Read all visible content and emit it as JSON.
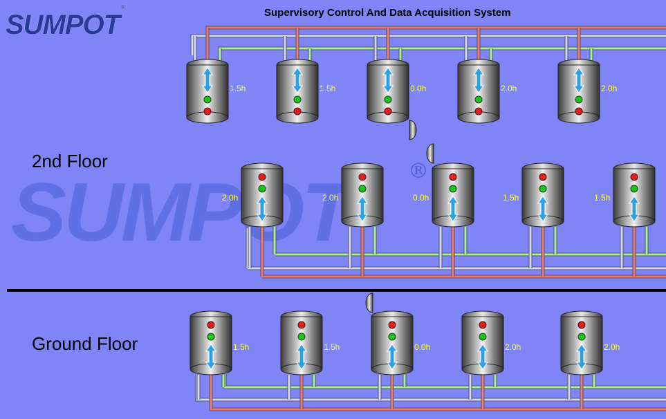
{
  "header": {
    "logo_text": "SUMPOT",
    "logo_reg": "®",
    "title": "Supervisory Control And Data Acquisition System"
  },
  "floors": {
    "second": "2nd  Floor",
    "ground": "Ground Floor"
  },
  "watermark": {
    "text": "SUMPOT",
    "reg": "®"
  },
  "colors": {
    "background": "#7f84f6",
    "pipe_red": "#f07a7a",
    "pipe_blue": "#d0d8ff",
    "pipe_green": "#a8f0a0",
    "label_yellow": "#ffff33",
    "light_red": "#e02020",
    "light_green": "#20c020",
    "arrow": "#30a0e0"
  },
  "tank_rows": [
    {
      "row": "row-1-top",
      "lights": "below",
      "tanks": [
        {
          "label": "1.5h"
        },
        {
          "label": "1.5h"
        },
        {
          "label": "0.0h"
        },
        {
          "label": "2.0h"
        },
        {
          "label": "2.0h"
        }
      ]
    },
    {
      "row": "row-2-middle",
      "lights": "above",
      "tanks": [
        {
          "label": "2.0h"
        },
        {
          "label": "2.0h"
        },
        {
          "label": "0.0h"
        },
        {
          "label": "1.5h"
        },
        {
          "label": "1.5h"
        }
      ]
    },
    {
      "row": "row-3-ground",
      "lights": "above",
      "tanks": [
        {
          "label": "1.5h"
        },
        {
          "label": "1.5h"
        },
        {
          "label": "0.0h"
        },
        {
          "label": "2.0h"
        },
        {
          "label": "2.0h"
        }
      ]
    }
  ]
}
